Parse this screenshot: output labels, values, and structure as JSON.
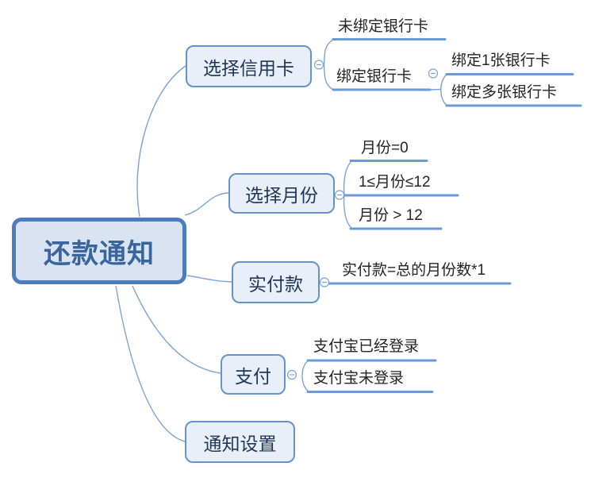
{
  "colors": {
    "background": "#FFFFFF",
    "root_border": "#4C7CBC",
    "root_fill": "#D9E3F1",
    "root_text": "#38659B",
    "topic_border": "#6593CF",
    "topic_fill": "#E9EFF8",
    "topic_text": "#1F3656",
    "subtopic_text": "#242424",
    "branch_line": "#6B9BD7",
    "connector_line": "#7CA3D8"
  },
  "icons": {
    "collapse_icon": "minus-in-circle"
  },
  "mindmap": {
    "root": {
      "label": "还款通知"
    },
    "branches": [
      {
        "label": "选择信用卡",
        "children": [
          {
            "label": "未绑定银行卡",
            "children": []
          },
          {
            "label": "绑定银行卡",
            "children": [
              {
                "label": "绑定1张银行卡",
                "children": []
              },
              {
                "label": "绑定多张银行卡",
                "children": []
              }
            ]
          }
        ]
      },
      {
        "label": "选择月份",
        "children": [
          {
            "label": "月份=0",
            "children": []
          },
          {
            "label": "1≤月份≤12",
            "children": []
          },
          {
            "label": "月份 > 12",
            "children": []
          }
        ]
      },
      {
        "label": "实付款",
        "children": [
          {
            "label": "实付款=总的月份数*1",
            "children": []
          }
        ]
      },
      {
        "label": "支付",
        "children": [
          {
            "label": "支付宝已经登录",
            "children": []
          },
          {
            "label": "支付宝未登录",
            "children": []
          }
        ]
      },
      {
        "label": "通知设置",
        "children": []
      }
    ]
  }
}
